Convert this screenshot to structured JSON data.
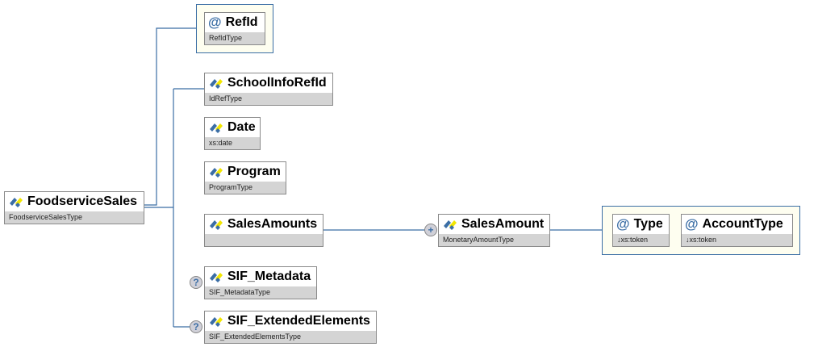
{
  "root": {
    "name": "FoodserviceSales",
    "type": "FoodserviceSalesType"
  },
  "refid": {
    "name": "RefId",
    "type": "RefIdType"
  },
  "children": [
    {
      "name": "SchoolInfoRefId",
      "type": "IdRefType"
    },
    {
      "name": "Date",
      "type": "xs:date"
    },
    {
      "name": "Program",
      "type": "ProgramType"
    },
    {
      "name": "SalesAmounts",
      "type": ""
    },
    {
      "name": "SIF_Metadata",
      "type": "SIF_MetadataType",
      "optional": "?"
    },
    {
      "name": "SIF_ExtendedElements",
      "type": "SIF_ExtendedElementsType",
      "optional": "?"
    }
  ],
  "sales_amount": {
    "name": "SalesAmount",
    "type": "MonetaryAmountType",
    "expand": "+"
  },
  "attributes": [
    {
      "name": "Type",
      "type": "↓xs:token"
    },
    {
      "name": "AccountType",
      "type": "↓xs:token"
    }
  ],
  "icons": {
    "attribute": "@"
  },
  "colors": {
    "line": "#3b6ea5",
    "group_bg": "#fefef0",
    "type_bar": "#d4d4d4"
  }
}
